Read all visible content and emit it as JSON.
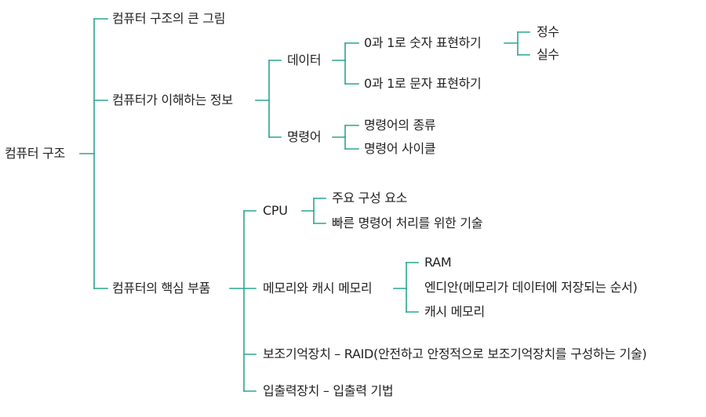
{
  "diagram": {
    "root": "컴퓨터 구조",
    "level1": {
      "big_picture": "컴퓨터 구조의 큰 그림",
      "info": "컴퓨터가 이해하는 정보",
      "core": "컴퓨터의 핵심 부품"
    },
    "info": {
      "data": "데이터",
      "instruction": "명령어",
      "data_children": {
        "numbers": "0과 1로 숫자 표현하기",
        "chars": "0과 1로 문자 표현하기"
      },
      "number_children": {
        "integer": "정수",
        "real": "실수"
      },
      "instruction_children": {
        "types": "명령어의 종류",
        "cycle": "명령어 사이클"
      }
    },
    "core": {
      "cpu": "CPU",
      "memory": "메모리와 캐시 메모리",
      "storage": "보조기억장치 – RAID(안전하고 안정적으로 보조기억장치를 구성하는 기술)",
      "io": "입출력장치 – 입출력 기법",
      "cpu_children": {
        "components": "주요 구성 요소",
        "fast_exec": "빠른 명령어 처리를 위한 기술"
      },
      "memory_children": {
        "ram": "RAM",
        "endian": "엔디안(메모리가 데이터에 저장되는 순서)",
        "cache": "캐시 메모리"
      }
    },
    "line_color": "#2aa58f"
  }
}
